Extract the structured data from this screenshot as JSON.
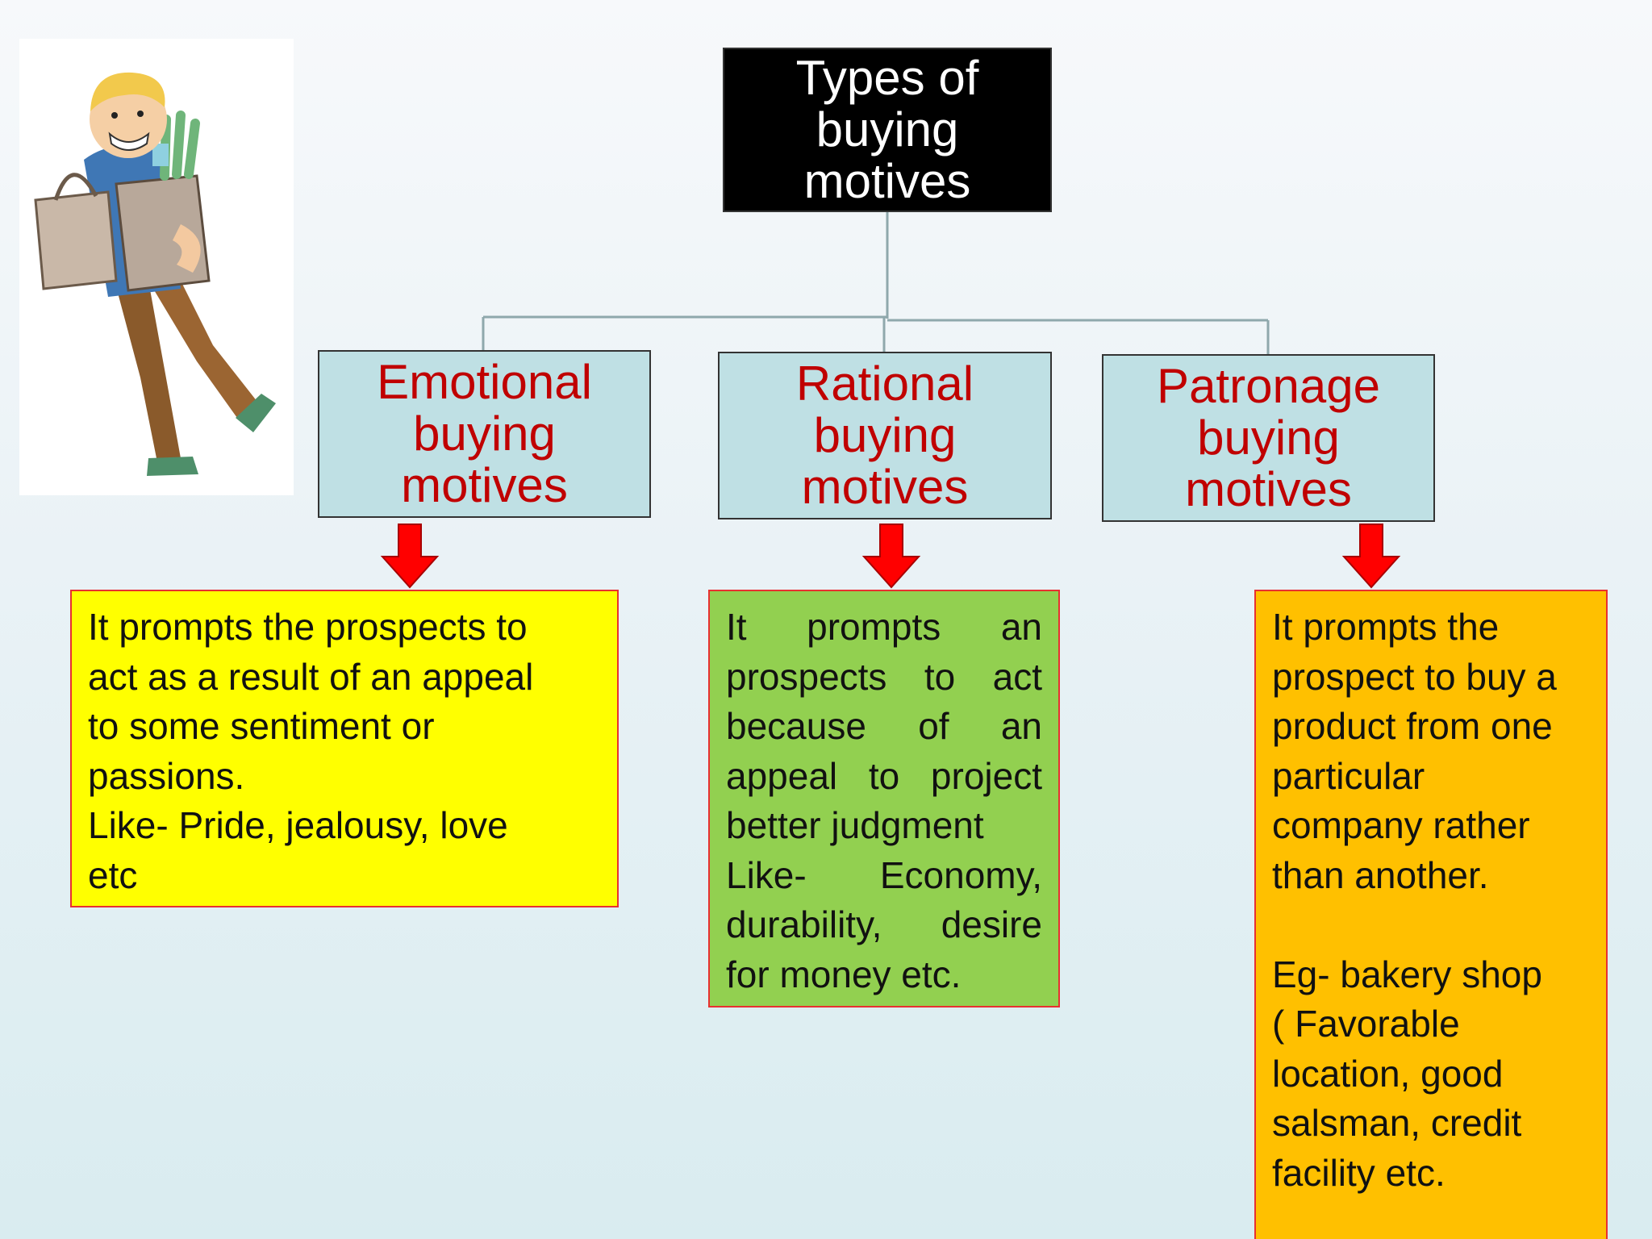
{
  "title": "Types of buying motives",
  "title_lines": [
    "Types of",
    "buying",
    "motives"
  ],
  "categories": [
    {
      "lines": [
        "Emotional",
        "buying",
        "motives"
      ]
    },
    {
      "lines": [
        "Rational",
        "buying",
        "motives"
      ]
    },
    {
      "lines": [
        "Patronage",
        "buying",
        "motives"
      ]
    }
  ],
  "descriptions": [
    {
      "lines": [
        "It prompts the prospects to",
        "act as a result of an appeal",
        "to some sentiment or",
        "passions.",
        "Like- Pride, jealousy, love",
        "etc"
      ]
    },
    {
      "lines": [
        "It prompts an",
        "prospects to act",
        "because of an",
        "appeal to project",
        "better judgment",
        "Like- Economy,",
        "durability, desire",
        "for money etc."
      ]
    },
    {
      "lines": [
        "It prompts the",
        "prospect to buy a",
        "product from one",
        "particular",
        "company rather",
        "than another.",
        "",
        "Eg- bakery shop",
        "( Favorable",
        "location, good",
        "salsman, credit",
        "facility etc."
      ]
    }
  ],
  "colors": {
    "root_bg": "#000000",
    "category_bg": "#bfe0e4",
    "category_text": "#c00000",
    "desc_emotional_bg": "#ffff00",
    "desc_rational_bg": "#92d050",
    "desc_patronage_bg": "#ffc000",
    "arrow": "#ff0000"
  },
  "illustration": {
    "subject": "shopper-with-grocery-bags"
  }
}
